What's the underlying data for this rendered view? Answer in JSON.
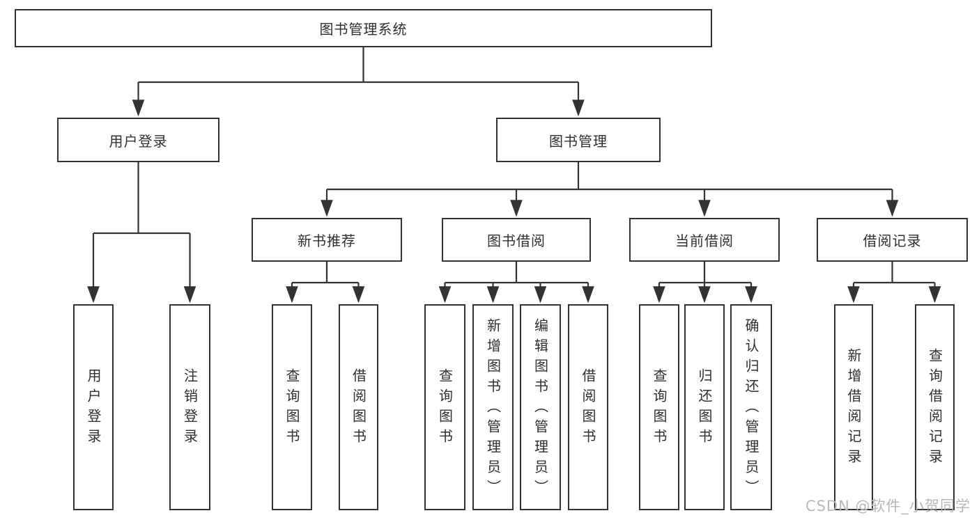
{
  "diagram": {
    "root_label": "图书管理系统",
    "branches": [
      {
        "label": "用户登录",
        "children": [
          {
            "label": "用户登录"
          },
          {
            "label": "注销登录"
          }
        ]
      },
      {
        "label": "图书管理",
        "children": [
          {
            "label": "新书推荐",
            "children": [
              {
                "label": "查询图书"
              },
              {
                "label": "借阅图书"
              }
            ]
          },
          {
            "label": "图书借阅",
            "children": [
              {
                "label": "查询图书"
              },
              {
                "label": "新增图书（管理员）"
              },
              {
                "label": "编辑图书（管理员）"
              },
              {
                "label": "借阅图书"
              }
            ]
          },
          {
            "label": "当前借阅",
            "children": [
              {
                "label": "查询图书"
              },
              {
                "label": "归还图书"
              },
              {
                "label": "确认归还（管理员）"
              }
            ]
          },
          {
            "label": "借阅记录",
            "children": [
              {
                "label": "新增借阅记录"
              },
              {
                "label": "查询借阅记录"
              }
            ]
          }
        ]
      }
    ]
  },
  "watermark": {
    "text": "CSDN @软件_小贺同学"
  },
  "colors": {
    "line": "#333333",
    "text": "#2f2f2f",
    "watermark": "#b8b8b8",
    "background": "#ffffff"
  }
}
